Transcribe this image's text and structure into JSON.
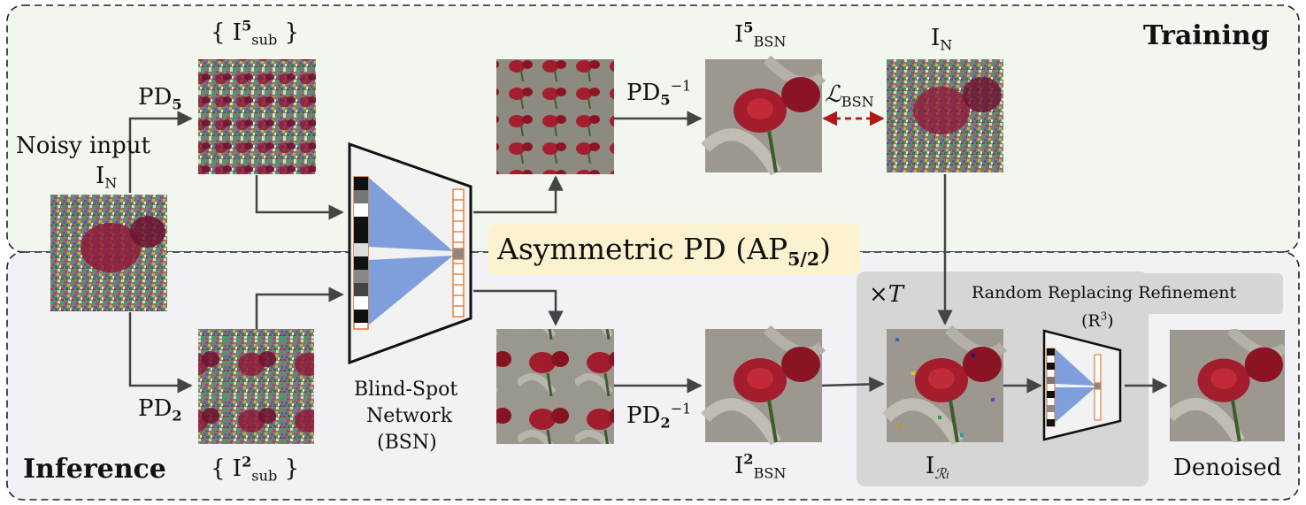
{
  "regions": {
    "training_label": "Training",
    "inference_label": "Inference",
    "colors": {
      "training_bg": "#f1f7ee",
      "inference_bg": "#f1f1f6",
      "refinement_bg": "#d6d6d6",
      "ap_highlight": "#fdf2d0",
      "loss_arrow": "#b01818",
      "bsn_fill": "#7f9fdc",
      "bsn_units": "#e07b39"
    }
  },
  "labels": {
    "noisy_input_line1": "Noisy input",
    "noisy_input_sym": "I",
    "noisy_input_sub": "N",
    "pd5_base": "PD",
    "pd5_sub": "5",
    "pd2_base": "PD",
    "pd2_sub": "2",
    "isub5_open": "{ I",
    "isub5_sup": "5",
    "isub5_sub": "sub",
    "isub5_close": " }",
    "isub2_open": "{ I",
    "isub2_sup": "2",
    "isub2_sub": "sub",
    "isub2_close": " }",
    "pd5inv_base": "PD",
    "pd5inv_sub": "5",
    "pd5inv_sup": "−1",
    "pd2inv_base": "PD",
    "pd2inv_sub": "2",
    "pd2inv_sup": "−1",
    "ibsn5_base": "I",
    "ibsn5_sup": "5",
    "ibsn5_sub": "BSN",
    "ibsn2_base": "I",
    "ibsn2_sup": "2",
    "ibsn2_sub": "BSN",
    "in_top_base": "I",
    "in_top_sub": "N",
    "loss_base": "ℒ",
    "loss_sub": "BSN",
    "bsn_line1": "Blind-Spot",
    "bsn_line2": "Network",
    "bsn_line3": "(BSN)",
    "ap_text": "Asymmetric PD (AP",
    "ap_sub": "5/2",
    "ap_close": ")",
    "times_t": "×T",
    "rrr_line1": "Random Replacing Refinement",
    "rrr_line2_open": "(R",
    "rrr_line2_sup": "3",
    "rrr_line2_close": ")",
    "iri_base": "I",
    "iri_sub": "ℛ",
    "iri_subsub": "i",
    "denoised": "Denoised"
  }
}
